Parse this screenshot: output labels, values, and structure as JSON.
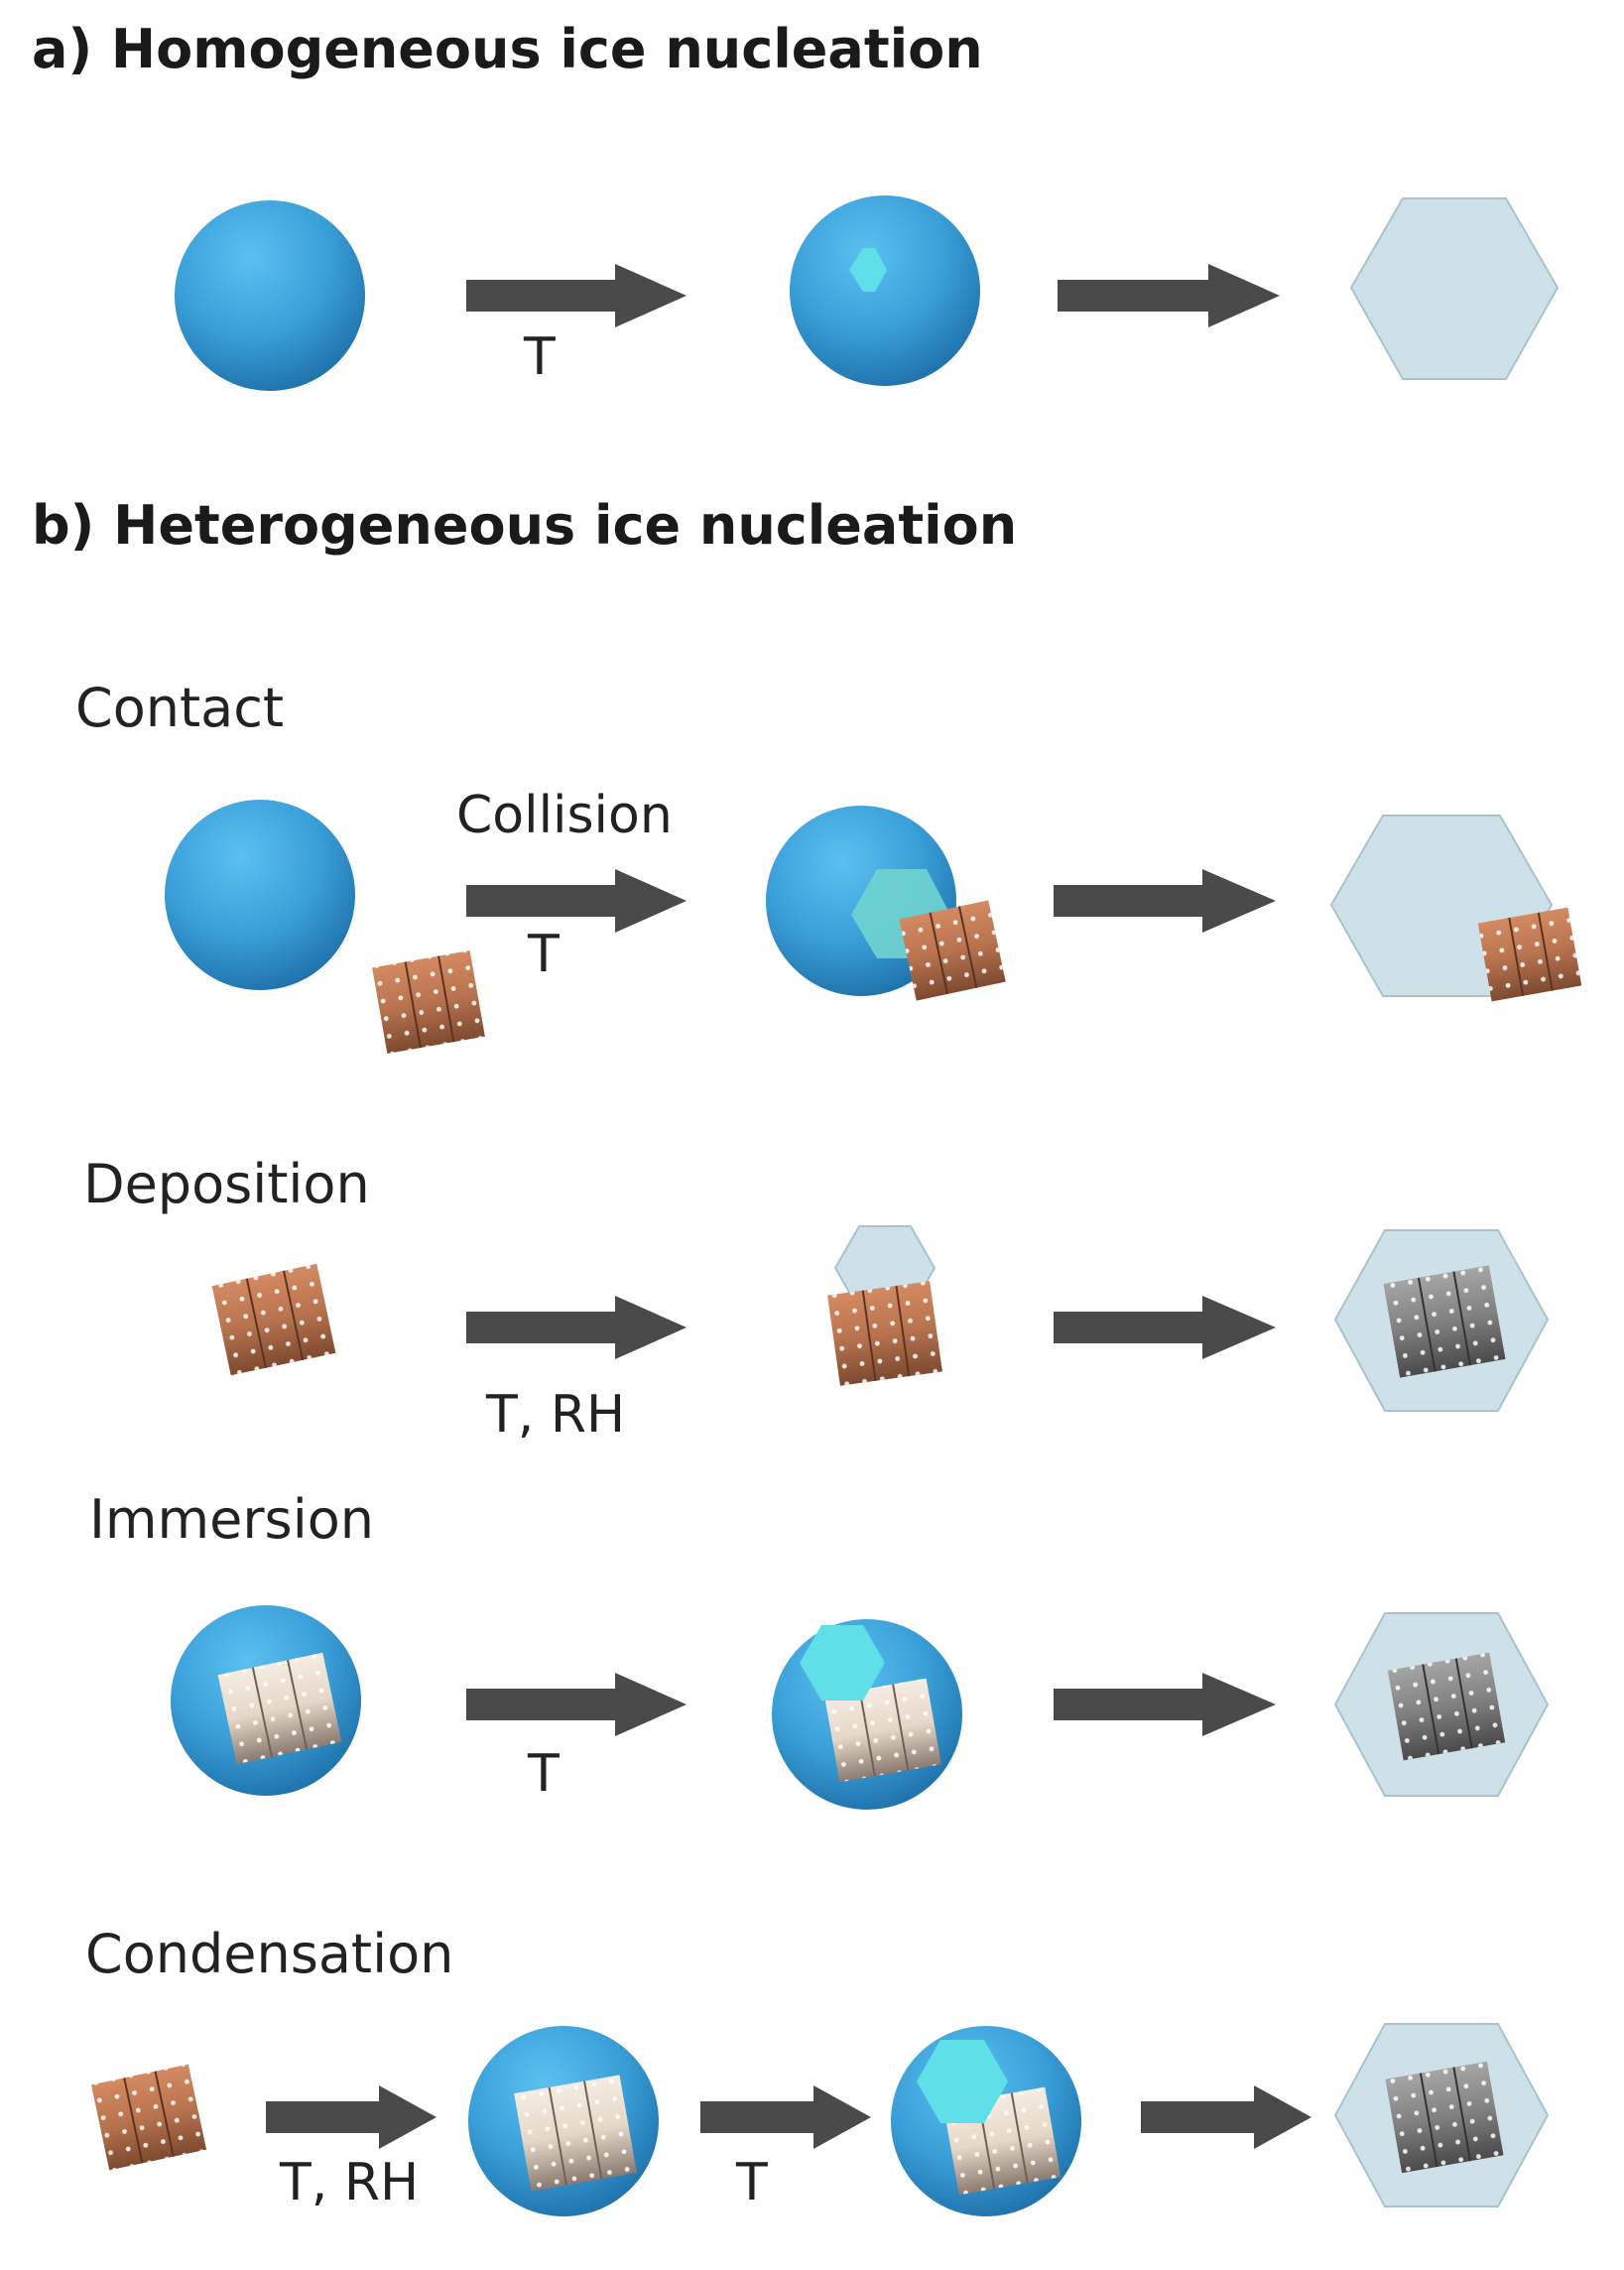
{
  "sections": {
    "a": {
      "title": "a) Homogeneous ice nucleation",
      "arrow1_label": "T"
    },
    "b": {
      "title": "b) Heterogeneous ice nucleation",
      "contact": {
        "label": "Contact",
        "arrow1_top_label": "Collision",
        "arrow1_label": "T"
      },
      "deposition": {
        "label": "Deposition",
        "arrow1_label": "T, RH"
      },
      "immersion": {
        "label": "Immersion",
        "arrow1_label": "T"
      },
      "condensation": {
        "label": "Condensation",
        "arrow1_label": "T, RH",
        "arrow2_label": "T"
      }
    }
  },
  "colors": {
    "droplet": "#3a9fd8",
    "ice_crystal": "#cfe1e8",
    "ice_nucleus": "#5fe0e8",
    "arrow": "#4a4a4a",
    "particle_brown": "#b8734e",
    "particle_light": "#efe4d6",
    "particle_gray": "#7a7a7a"
  }
}
